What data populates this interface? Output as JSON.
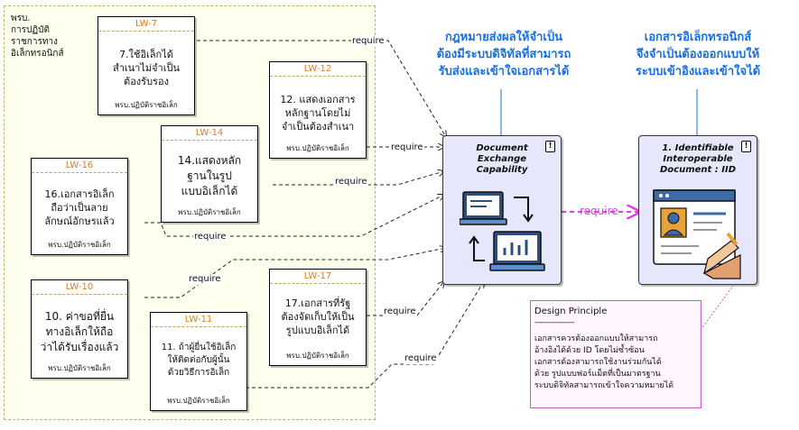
{
  "group": {
    "label_lines": [
      "พรบ.",
      "การปฏิบัติ",
      "ราชการทาง",
      "อิเล็กทรอนิกส์"
    ]
  },
  "lw_boxes": [
    {
      "code": "LW-7",
      "title_lines": [
        "7.ใช้อิเล็กได้",
        "สำเนาไม่จำเป็น",
        "ต้องรับรอง"
      ],
      "owner": "พรบ.ปฏิบัติราชอิเล็ก"
    },
    {
      "code": "LW-12",
      "title_lines": [
        "12. แสดงเอกสาร",
        "หลักฐานโดยไม่",
        "จำเป็นต้องสำเนา"
      ],
      "owner": "พรบ.ปฏิบัติราชอิเล็ก"
    },
    {
      "code": "LW-14",
      "title_lines": [
        "14.แสดงหลัก",
        "ฐานในรูป",
        "แบบอิเล็กได้"
      ],
      "owner": "พรบ.ปฏิบัติราชอิเล็ก"
    },
    {
      "code": "LW-16",
      "title_lines": [
        "16.เอกสารอิเล็ก",
        "ถือว่าเป็นลาย",
        "ลักษณ์อักษรแล้ว"
      ],
      "owner": "พรบ.ปฏิบัติราชอิเล็ก"
    },
    {
      "code": "LW-10",
      "title_lines": [
        "10. ค่าขอที่ยื่น",
        "ทางอิเล็กให้ถือ",
        "ว่าได้รับเรื่องแล้ว"
      ],
      "owner": "พรบ.ปฏิบัติราชอิเล็ก"
    },
    {
      "code": "LW-11",
      "title_lines": [
        "11. ถ้าผู้ยื่นใช้อิเล็ก",
        "ให้ติดต่อกับผู้นั้น",
        "ด้วยวิธีการอิเล็ก"
      ],
      "owner": "พรบ.ปฏิบัติราชอิเล็ก"
    },
    {
      "code": "LW-17",
      "title_lines": [
        "17.เอกสารที่รัฐ",
        "ต้องจัดเก็บให้เป็น",
        "รูปแบบอิเล็กได้"
      ],
      "owner": "พรบ.ปฏิบัติราชอิเล็ก"
    }
  ],
  "require_label": "require",
  "capabilities": {
    "exchange": {
      "title_lines": [
        "Document",
        "Exchange",
        "Capability"
      ],
      "flag": "!"
    },
    "iid": {
      "title_lines": [
        "1. Identifiable",
        "Interoperable",
        "Document : IID"
      ],
      "flag": "!"
    }
  },
  "rules": {
    "left": [
      "กฎหมายส่งผลให้จำเป็น",
      "ต้องมีระบบดิจิทัลที่สามารถ",
      "รับส่งและเข้าใจเอกสารได้"
    ],
    "right": [
      "เอกสารอิเล็กทรอนิกส์",
      "จึงจำเป็นต้องออกแบบให้",
      "ระบบเข้าอิงและเข้าใจได้"
    ]
  },
  "note": {
    "title": "Design Principle",
    "separator": "----------------",
    "body_lines": [
      "เอกสารควรต้องออกแบบให้สามารถ",
      "อ้างอิงได้ด้วย ID โดยไม่ซ้ำซ้อน",
      "เอกสารต้องสามารถใช้งานร่วมกันได้",
      "ด้วย รูปแบบฟอร์แม็ตที่เป็นมาตรฐาน",
      "ระบบดิจิทัลสามารถเข้าใจความหมายได้"
    ]
  },
  "colors": {
    "group_fill": "#ffffee",
    "capability_fill": "#e6e7fa",
    "rule_text": "#1a6fe0",
    "lw_code": "#e07b1f",
    "main_require": "#e040e0",
    "note_border": "#c85ac8"
  }
}
